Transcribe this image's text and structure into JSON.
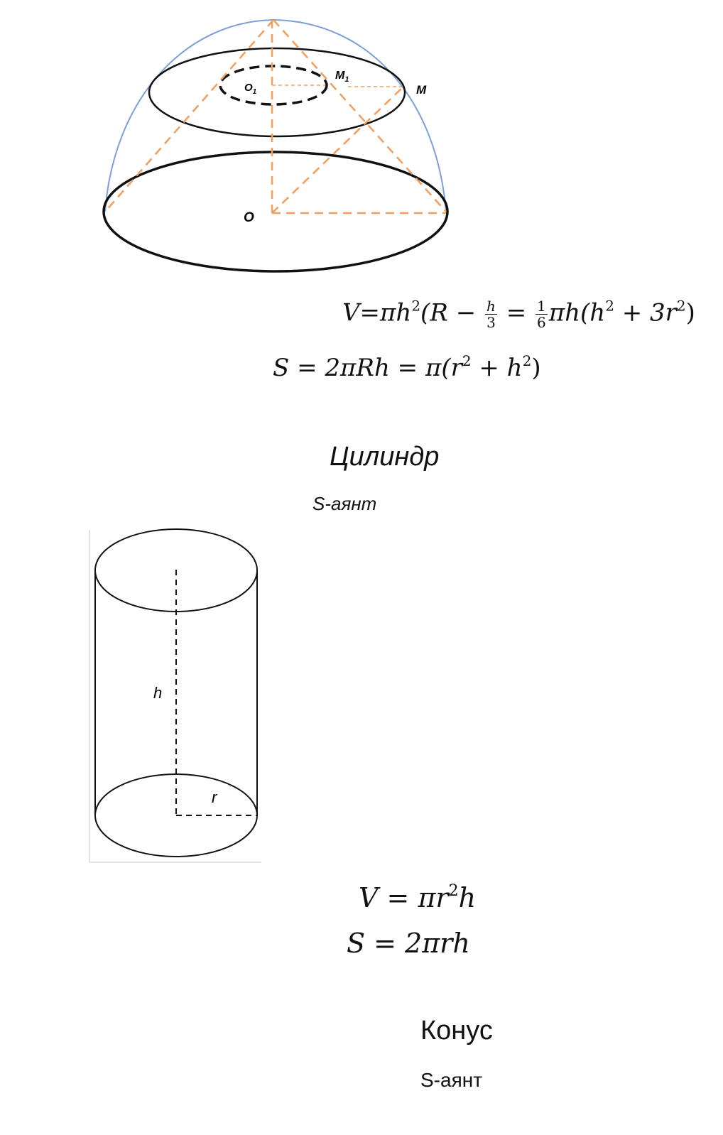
{
  "hemisphere_figure": {
    "labels": {
      "o1": "O",
      "o1_sub": "1",
      "m1": "M",
      "m1_sub": "1",
      "m": "M",
      "o": "O"
    }
  },
  "segment_formulas": {
    "volume": {
      "v": "V=",
      "pi": "π",
      "h": "h",
      "two": "2",
      "paren_r": "(R −",
      "frac1_num": "h",
      "frac1_den": "3",
      "eq": "=",
      "frac2_num": "1",
      "frac2_den": "6",
      "tail": "πh(h",
      "plus": " + 3r",
      "close": ")"
    },
    "area": {
      "s": "S = 2πRh = π(r",
      "two_a": "2",
      "plus": " + h",
      "two_b": "2",
      "close": ")"
    }
  },
  "cylinder_section": {
    "title": "Цилиндр",
    "subtitle": "S-аянт",
    "figure_labels": {
      "h": "h",
      "r": "r"
    },
    "formula_volume": {
      "lhs": "V = πr",
      "exp": "2",
      "rhs": "h"
    },
    "formula_area": "S = 2πrh"
  },
  "cone_section": {
    "title": "Конус",
    "subtitle": "S-аянт"
  },
  "colors": {
    "orange_dash": "#f0a060",
    "blue_arc": "#7d9fd6",
    "ink": "#111111"
  }
}
